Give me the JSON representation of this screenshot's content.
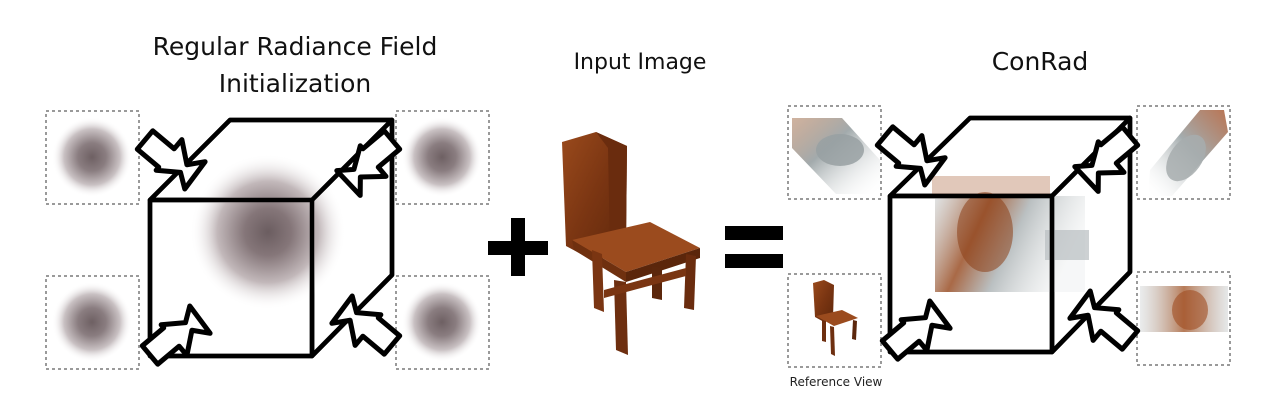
{
  "titles": {
    "regular_line1": "Regular Radiance Field",
    "regular_line2": "Initialization",
    "input_image": "Input Image",
    "conrad": "ConRad"
  },
  "labels": {
    "reference_view": "Reference View"
  },
  "operators": {
    "plus": "+",
    "equals": "="
  },
  "colors": {
    "blob_core": "#7d6f72",
    "chair_wood": "#8a3f15",
    "smear_gray": "#9aa3a5",
    "frame_dash": "#9a9a9a"
  },
  "icons": [
    "camera-icon"
  ]
}
